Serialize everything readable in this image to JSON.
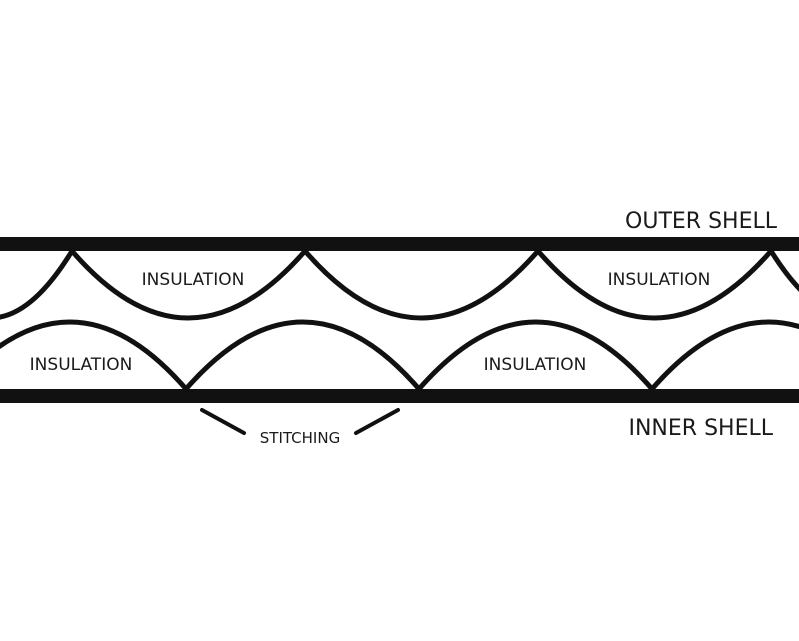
{
  "diagram": {
    "outer_shell_label": "OUTER SHELL",
    "inner_shell_label": "INNER SHELL",
    "stitching_label": "STITCHING",
    "insulation_label": "INSULATION",
    "colors": {
      "line": "#111111",
      "text": "#1a1a1a",
      "background": "#ffffff"
    }
  }
}
